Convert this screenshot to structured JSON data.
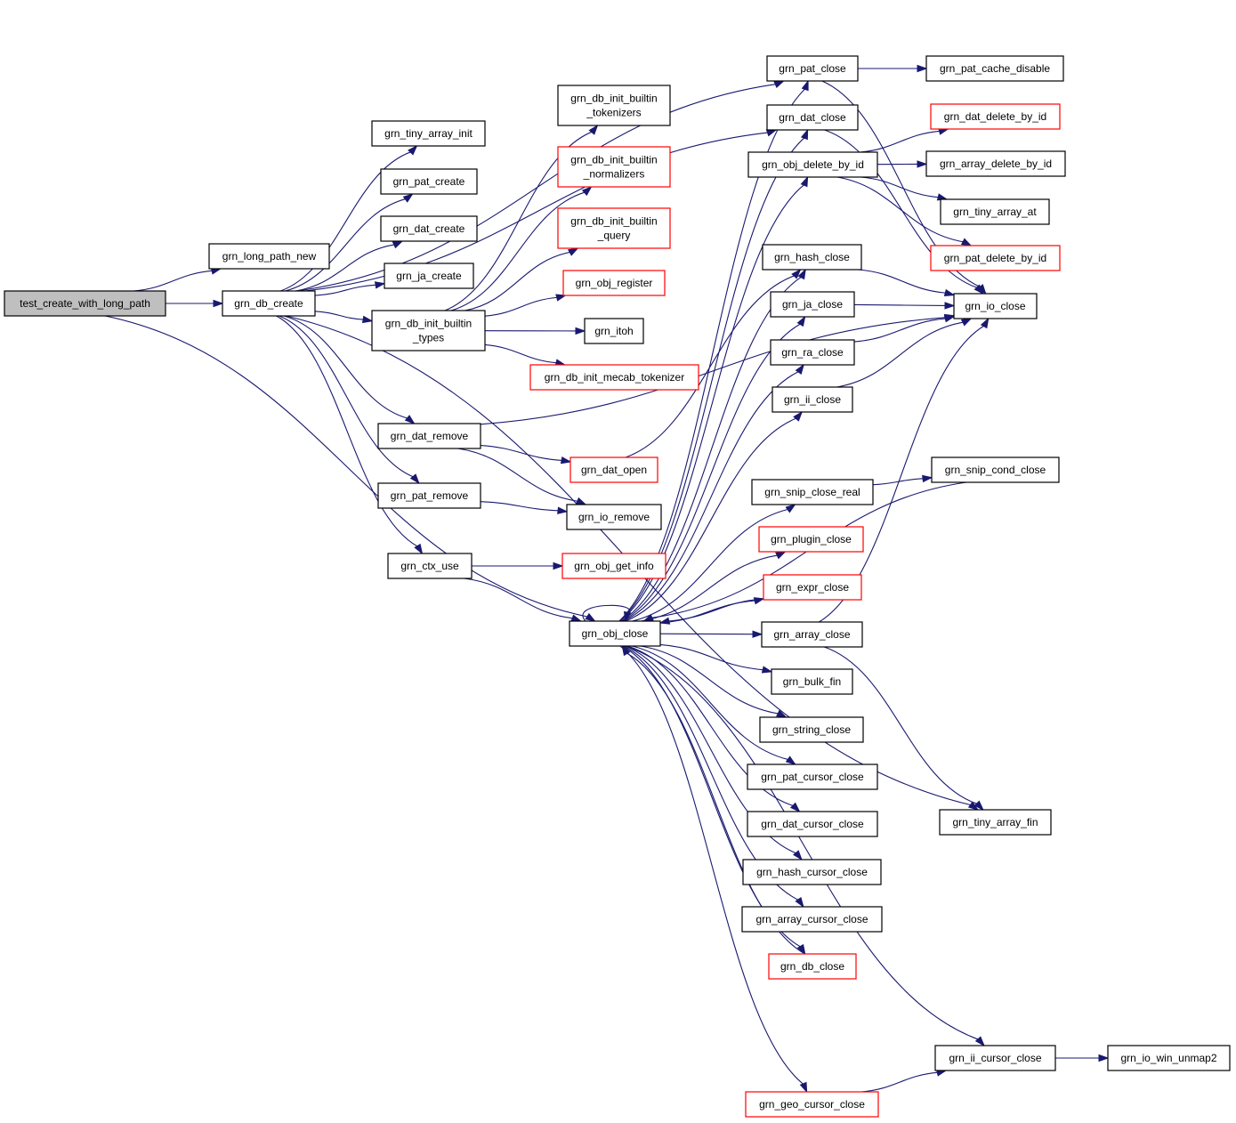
{
  "colors": {
    "edge": "#191970",
    "root_fill": "#bfbfbf",
    "node_border": "#000000",
    "incomplete_border": "#ff0000"
  },
  "nodes": [
    {
      "id": "root",
      "lines": [
        "test_create_with_long_path"
      ],
      "style": "root"
    },
    {
      "id": "long_path_new",
      "lines": [
        "grn_long_path_new"
      ]
    },
    {
      "id": "db_create",
      "lines": [
        "grn_db_create"
      ]
    },
    {
      "id": "tiny_array_init",
      "lines": [
        "grn_tiny_array_init"
      ]
    },
    {
      "id": "pat_create",
      "lines": [
        "grn_pat_create"
      ]
    },
    {
      "id": "dat_create",
      "lines": [
        "grn_dat_create"
      ]
    },
    {
      "id": "ja_create",
      "lines": [
        "grn_ja_create"
      ]
    },
    {
      "id": "db_init_builtin_types",
      "lines": [
        "grn_db_init_builtin",
        "_types"
      ]
    },
    {
      "id": "dat_remove",
      "lines": [
        "grn_dat_remove"
      ]
    },
    {
      "id": "pat_remove",
      "lines": [
        "grn_pat_remove"
      ]
    },
    {
      "id": "ctx_use",
      "lines": [
        "grn_ctx_use"
      ]
    },
    {
      "id": "db_init_builtin_tokenizers",
      "lines": [
        "grn_db_init_builtin",
        "_tokenizers"
      ]
    },
    {
      "id": "db_init_builtin_normalizers",
      "lines": [
        "grn_db_init_builtin",
        "_normalizers"
      ],
      "style": "red"
    },
    {
      "id": "db_init_builtin_query",
      "lines": [
        "grn_db_init_builtin",
        "_query"
      ],
      "style": "red"
    },
    {
      "id": "obj_register",
      "lines": [
        "grn_obj_register"
      ],
      "style": "red"
    },
    {
      "id": "itoh",
      "lines": [
        "grn_itoh"
      ]
    },
    {
      "id": "db_init_mecab_tokenizer",
      "lines": [
        "grn_db_init_mecab_tokenizer"
      ],
      "style": "red"
    },
    {
      "id": "dat_open",
      "lines": [
        "grn_dat_open"
      ],
      "style": "red"
    },
    {
      "id": "io_remove",
      "lines": [
        "grn_io_remove"
      ]
    },
    {
      "id": "obj_get_info",
      "lines": [
        "grn_obj_get_info"
      ],
      "style": "red"
    },
    {
      "id": "obj_close",
      "lines": [
        "grn_obj_close"
      ]
    },
    {
      "id": "pat_close",
      "lines": [
        "grn_pat_close"
      ]
    },
    {
      "id": "dat_close",
      "lines": [
        "grn_dat_close"
      ]
    },
    {
      "id": "obj_delete_by_id",
      "lines": [
        "grn_obj_delete_by_id"
      ]
    },
    {
      "id": "hash_close",
      "lines": [
        "grn_hash_close"
      ]
    },
    {
      "id": "ja_close",
      "lines": [
        "grn_ja_close"
      ]
    },
    {
      "id": "ra_close",
      "lines": [
        "grn_ra_close"
      ]
    },
    {
      "id": "ii_close",
      "lines": [
        "grn_ii_close"
      ]
    },
    {
      "id": "snip_close_real",
      "lines": [
        "grn_snip_close_real"
      ]
    },
    {
      "id": "plugin_close",
      "lines": [
        "grn_plugin_close"
      ],
      "style": "red"
    },
    {
      "id": "expr_close",
      "lines": [
        "grn_expr_close"
      ],
      "style": "red"
    },
    {
      "id": "array_close",
      "lines": [
        "grn_array_close"
      ]
    },
    {
      "id": "bulk_fin",
      "lines": [
        "grn_bulk_fin"
      ]
    },
    {
      "id": "string_close",
      "lines": [
        "grn_string_close"
      ]
    },
    {
      "id": "pat_cursor_close",
      "lines": [
        "grn_pat_cursor_close"
      ]
    },
    {
      "id": "dat_cursor_close",
      "lines": [
        "grn_dat_cursor_close"
      ]
    },
    {
      "id": "hash_cursor_close",
      "lines": [
        "grn_hash_cursor_close"
      ]
    },
    {
      "id": "array_cursor_close",
      "lines": [
        "grn_array_cursor_close"
      ]
    },
    {
      "id": "db_close",
      "lines": [
        "grn_db_close"
      ],
      "style": "red"
    },
    {
      "id": "geo_cursor_close",
      "lines": [
        "grn_geo_cursor_close"
      ],
      "style": "red"
    },
    {
      "id": "pat_cache_disable",
      "lines": [
        "grn_pat_cache_disable"
      ]
    },
    {
      "id": "dat_delete_by_id",
      "lines": [
        "grn_dat_delete_by_id"
      ],
      "style": "red"
    },
    {
      "id": "array_delete_by_id",
      "lines": [
        "grn_array_delete_by_id"
      ]
    },
    {
      "id": "tiny_array_at",
      "lines": [
        "grn_tiny_array_at"
      ]
    },
    {
      "id": "pat_delete_by_id",
      "lines": [
        "grn_pat_delete_by_id"
      ],
      "style": "red"
    },
    {
      "id": "io_close",
      "lines": [
        "grn_io_close"
      ]
    },
    {
      "id": "snip_cond_close",
      "lines": [
        "grn_snip_cond_close"
      ]
    },
    {
      "id": "tiny_array_fin",
      "lines": [
        "grn_tiny_array_fin"
      ]
    },
    {
      "id": "ii_cursor_close",
      "lines": [
        "grn_ii_cursor_close"
      ]
    },
    {
      "id": "io_win_unmap2",
      "lines": [
        "grn_io_win_unmap2"
      ]
    }
  ],
  "edges": [
    [
      "root",
      "long_path_new"
    ],
    [
      "root",
      "db_create"
    ],
    [
      "root",
      "obj_close"
    ],
    [
      "db_create",
      "pat_close"
    ],
    [
      "db_create",
      "dat_close"
    ],
    [
      "db_create",
      "tiny_array_init"
    ],
    [
      "db_create",
      "pat_create"
    ],
    [
      "db_create",
      "dat_create"
    ],
    [
      "db_create",
      "ja_create"
    ],
    [
      "db_create",
      "db_init_builtin_types"
    ],
    [
      "db_create",
      "dat_remove"
    ],
    [
      "db_create",
      "pat_remove"
    ],
    [
      "db_create",
      "ctx_use"
    ],
    [
      "db_create",
      "tiny_array_fin"
    ],
    [
      "db_init_builtin_types",
      "db_init_builtin_tokenizers"
    ],
    [
      "db_init_builtin_types",
      "db_init_builtin_normalizers"
    ],
    [
      "db_init_builtin_types",
      "db_init_builtin_query"
    ],
    [
      "db_init_builtin_types",
      "obj_register"
    ],
    [
      "db_init_builtin_types",
      "itoh"
    ],
    [
      "db_init_builtin_types",
      "db_init_mecab_tokenizer"
    ],
    [
      "dat_remove",
      "dat_open"
    ],
    [
      "dat_remove",
      "io_remove"
    ],
    [
      "dat_remove",
      "io_close"
    ],
    [
      "pat_remove",
      "io_remove"
    ],
    [
      "ctx_use",
      "obj_get_info"
    ],
    [
      "ctx_use",
      "obj_close"
    ],
    [
      "dat_open",
      "hash_close"
    ],
    [
      "obj_close",
      "obj_close"
    ],
    [
      "obj_close",
      "pat_close"
    ],
    [
      "obj_close",
      "dat_close"
    ],
    [
      "obj_close",
      "obj_delete_by_id"
    ],
    [
      "obj_close",
      "hash_close"
    ],
    [
      "obj_close",
      "ja_close"
    ],
    [
      "obj_close",
      "ra_close"
    ],
    [
      "obj_close",
      "ii_close"
    ],
    [
      "obj_close",
      "snip_close_real"
    ],
    [
      "obj_close",
      "plugin_close"
    ],
    [
      "obj_close",
      "expr_close"
    ],
    [
      "obj_close",
      "array_close"
    ],
    [
      "obj_close",
      "bulk_fin"
    ],
    [
      "obj_close",
      "string_close"
    ],
    [
      "obj_close",
      "pat_cursor_close"
    ],
    [
      "obj_close",
      "dat_cursor_close"
    ],
    [
      "obj_close",
      "hash_cursor_close"
    ],
    [
      "obj_close",
      "array_cursor_close"
    ],
    [
      "obj_close",
      "db_close"
    ],
    [
      "obj_close",
      "geo_cursor_close"
    ],
    [
      "obj_close",
      "ii_cursor_close"
    ],
    [
      "pat_close",
      "pat_cache_disable"
    ],
    [
      "pat_close",
      "io_close"
    ],
    [
      "dat_close",
      "io_close"
    ],
    [
      "obj_delete_by_id",
      "dat_delete_by_id"
    ],
    [
      "obj_delete_by_id",
      "array_delete_by_id"
    ],
    [
      "obj_delete_by_id",
      "tiny_array_at"
    ],
    [
      "obj_delete_by_id",
      "pat_delete_by_id"
    ],
    [
      "hash_close",
      "io_close"
    ],
    [
      "ja_close",
      "io_close"
    ],
    [
      "ra_close",
      "io_close"
    ],
    [
      "ii_close",
      "io_close"
    ],
    [
      "snip_close_real",
      "snip_cond_close"
    ],
    [
      "snip_cond_close",
      "obj_close"
    ],
    [
      "expr_close",
      "obj_close"
    ],
    [
      "array_close",
      "io_close"
    ],
    [
      "array_close",
      "tiny_array_fin"
    ],
    [
      "db_close",
      "obj_close"
    ],
    [
      "geo_cursor_close",
      "ii_cursor_close"
    ],
    [
      "ii_cursor_close",
      "io_win_unmap2"
    ]
  ]
}
